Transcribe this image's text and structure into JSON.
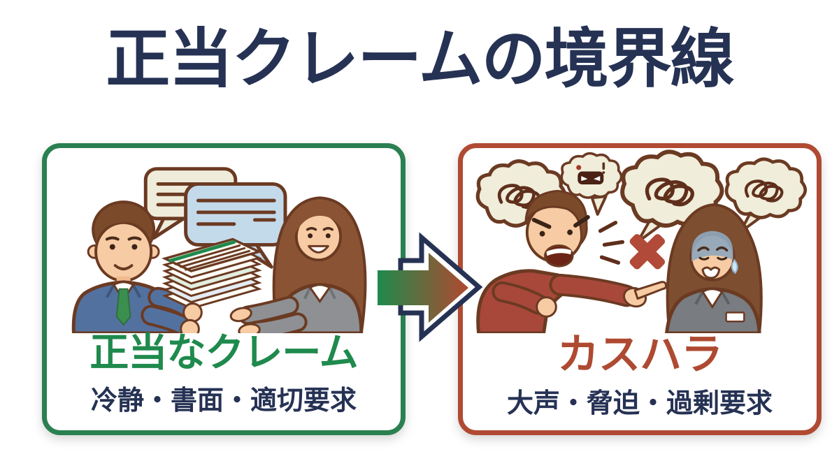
{
  "title": {
    "text": "正当クレームの境界線",
    "color": "#263254"
  },
  "left_panel": {
    "label": "正当なクレーム",
    "subtitle": "冷静・書面・適切要求",
    "accent_color": "#1f8a4d",
    "border_color": "#2a8050",
    "subtitle_color": "#263254",
    "illustration": {
      "description": "書類の束を手渡す男性客と、笑顔で受け取る女性スタッフ",
      "icons": [
        "speech-bubble-cream",
        "speech-bubble-blue",
        "document-stack",
        "businessman",
        "staff-woman"
      ]
    }
  },
  "right_panel": {
    "label": "カスハラ",
    "subtitle": "大声・脅迫・過剰要求",
    "accent_color": "#ae4a32",
    "border_color": "#b04a32",
    "subtitle_color": "#263254",
    "illustration": {
      "description": "怒鳴って指を突きつける男性客と、涙を流す女性スタッフ",
      "icons": [
        "scribble-thought-bubble",
        "angry-face-bubble",
        "shout-lines",
        "x-mark",
        "pointing-finger",
        "tear-drop",
        "name-tag"
      ]
    }
  },
  "arrow": {
    "direction": "right",
    "gradient_start_color": "#1f8a4d",
    "gradient_end_color": "#b0492f",
    "outline_color": "#263254"
  },
  "colors": {
    "background": "#ffffff",
    "heading_navy": "#263254",
    "outline_brown": "#6b3a22"
  }
}
